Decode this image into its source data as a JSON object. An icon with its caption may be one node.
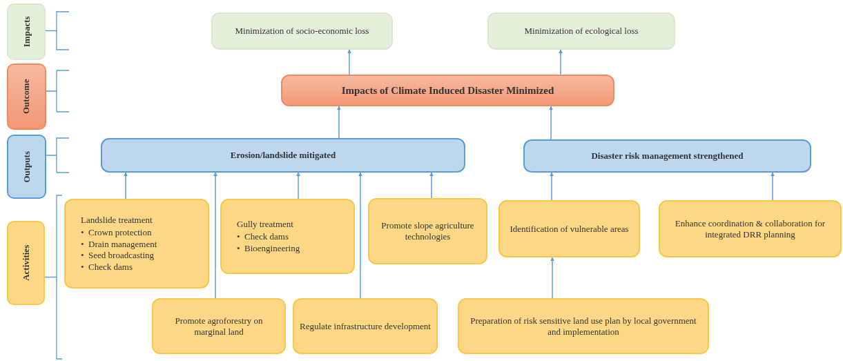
{
  "diagram": {
    "nodes": [
      {
        "text": [
          "Impacts"
        ]
      },
      {
        "text": [
          "Outcome"
        ]
      },
      {
        "text": [
          "Outputs"
        ]
      },
      {
        "text": [
          "Activities"
        ]
      },
      {
        "text": [
          "Minimization of socio-economic loss"
        ]
      },
      {
        "text": [
          "Minimization of ecological loss"
        ]
      },
      {
        "text": [
          "Impacts of Climate Induced Disaster Minimized"
        ]
      },
      {
        "text": [
          "Erosion/landslide mitigated"
        ]
      },
      {
        "text": [
          "Disaster risk management strengthened"
        ]
      },
      {
        "text": [
          "Landslide treatment",
          "•  Crown protection",
          "•  Drain management",
          "•  Seed broadcasting",
          "•  Check dams"
        ]
      },
      {
        "text": [
          "Gully treatment",
          "•  Check dams",
          "•  Bioengineering"
        ]
      },
      {
        "text": [
          "Promote slope agriculture technologies"
        ]
      },
      {
        "text": [
          "Identification of vulnerable areas"
        ]
      },
      {
        "text": [
          "Enhance coordination & collaboration for integrated DRR planning"
        ]
      },
      {
        "text": [
          "Promote agroforestry on marginal land"
        ]
      },
      {
        "text": [
          "Regulate infrastructure development"
        ]
      },
      {
        "text": [
          "Preparation of risk sensitive land use plan by local government and implementation"
        ]
      }
    ],
    "edges": [
      {
        "from": 6,
        "to": 4,
        "arrow": "to"
      },
      {
        "from": 6,
        "to": 5,
        "arrow": "to"
      },
      {
        "from": 7,
        "to": 6,
        "arrow": "to"
      },
      {
        "from": 8,
        "to": 6,
        "arrow": "to"
      },
      {
        "from": 9,
        "to": 7,
        "arrow": "to"
      },
      {
        "from": 14,
        "to": 7,
        "arrow": "to"
      },
      {
        "from": 10,
        "to": 7,
        "arrow": "to"
      },
      {
        "from": 15,
        "to": 7,
        "arrow": "to"
      },
      {
        "from": 11,
        "to": 7,
        "arrow": "to"
      },
      {
        "from": 12,
        "to": 8,
        "arrow": "to"
      },
      {
        "from": 13,
        "to": 8,
        "arrow": "to"
      },
      {
        "from": 16,
        "to": 12,
        "arrow": "to"
      }
    ]
  }
}
